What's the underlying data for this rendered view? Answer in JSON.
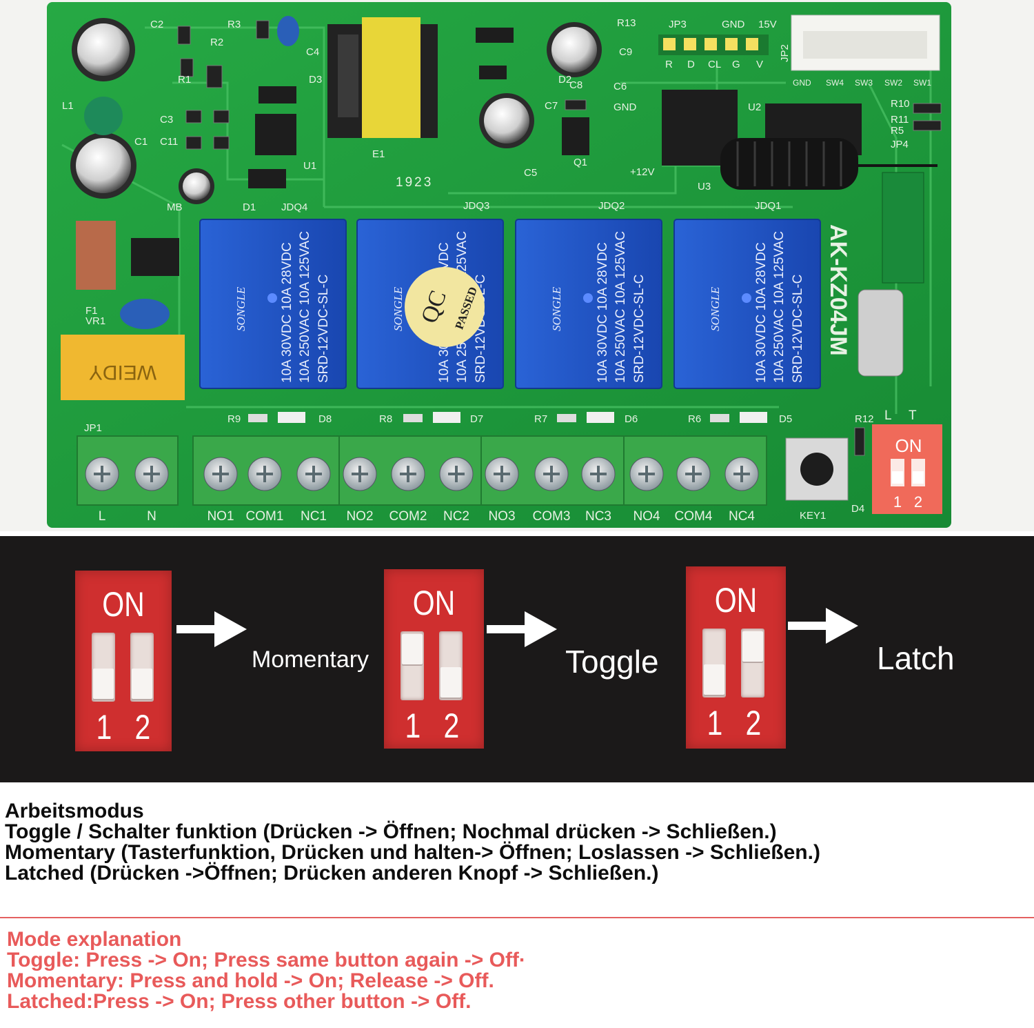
{
  "board": {
    "model": "AK-KZ04JM",
    "date_code": "1923",
    "relay_brand": "SONGLE",
    "relay_model": "SRD-12VDC-SL-C",
    "relay_rating_1": "10A 250VAC  10A 125VAC",
    "relay_rating_2": "10A 30VDC   10A 28VDC",
    "qc_sticker_top": "QC",
    "qc_sticker_bottom": "PASSED",
    "varistor_text": "WEIDY",
    "dip_on": "ON",
    "dip_1": "1",
    "dip_2": "2",
    "header_labels": [
      "JP3",
      "GND",
      "15V",
      "JP2"
    ],
    "header_pins": [
      "R",
      "D",
      "CL",
      "G",
      "V"
    ],
    "sw_labels": [
      "GND",
      "SW4",
      "SW3",
      "SW2",
      "SW1"
    ],
    "dip_labels": [
      "L",
      "T"
    ],
    "terminals": [
      "L",
      "N",
      "NO1",
      "COM1",
      "NC1",
      "NO2",
      "COM2",
      "NC2",
      "NO3",
      "COM3",
      "NC3",
      "NO4",
      "COM4",
      "NC4"
    ],
    "part_labels": [
      "C2",
      "R3",
      "R2",
      "R1",
      "L1",
      "C3",
      "C11",
      "C1",
      "C4",
      "U1",
      "D1",
      "JDQ4",
      "JDQ3",
      "JDQ2",
      "JDQ1",
      "E1",
      "C5",
      "C7",
      "C8",
      "C6",
      "C9",
      "R13",
      "U2",
      "U3",
      "R10",
      "R11",
      "R5",
      "JP4",
      "F1",
      "VR1",
      "MB",
      "R9",
      "D8",
      "R8",
      "D7",
      "R7",
      "D6",
      "R6",
      "D5",
      "R12",
      "D4",
      "KEY1",
      "JP1",
      "+12V",
      "GND",
      "D2",
      "D3",
      "Q1"
    ]
  },
  "modes": {
    "on": "ON",
    "num1": "1",
    "num2": "2",
    "items": [
      {
        "label": "Momentary",
        "switch1": "down",
        "switch2": "down"
      },
      {
        "label": "Toggle",
        "switch1": "up",
        "switch2": "down"
      },
      {
        "label": "Latch",
        "switch1": "down",
        "switch2": "up"
      }
    ]
  },
  "german": {
    "heading": "Arbeitsmodus",
    "lines": [
      "Toggle / Schalter funktion (Drücken -> Öffnen; Nochmal drücken -> Schließen.)",
      "Momentary (Tasterfunktion, Drücken und halten-> Öffnen; Loslassen -> Schließen.)",
      "Latched (Drücken ->Öffnen; Drücken anderen Knopf -> Schließen.)"
    ]
  },
  "english": {
    "heading": "Mode explanation",
    "lines": [
      "Toggle: Press -> On; Press same button again -> Off·",
      "Momentary: Press and hold -> On; Release -> Off.",
      "Latched:Press -> On; Press other button -> Off."
    ]
  },
  "colors": {
    "pcb": "#1e9a3c",
    "relay": "#1f55c8",
    "terminal": "#3aa84a",
    "dip": "#cf2f2f",
    "band": "#1b1919",
    "english_text": "#e85a5a"
  }
}
